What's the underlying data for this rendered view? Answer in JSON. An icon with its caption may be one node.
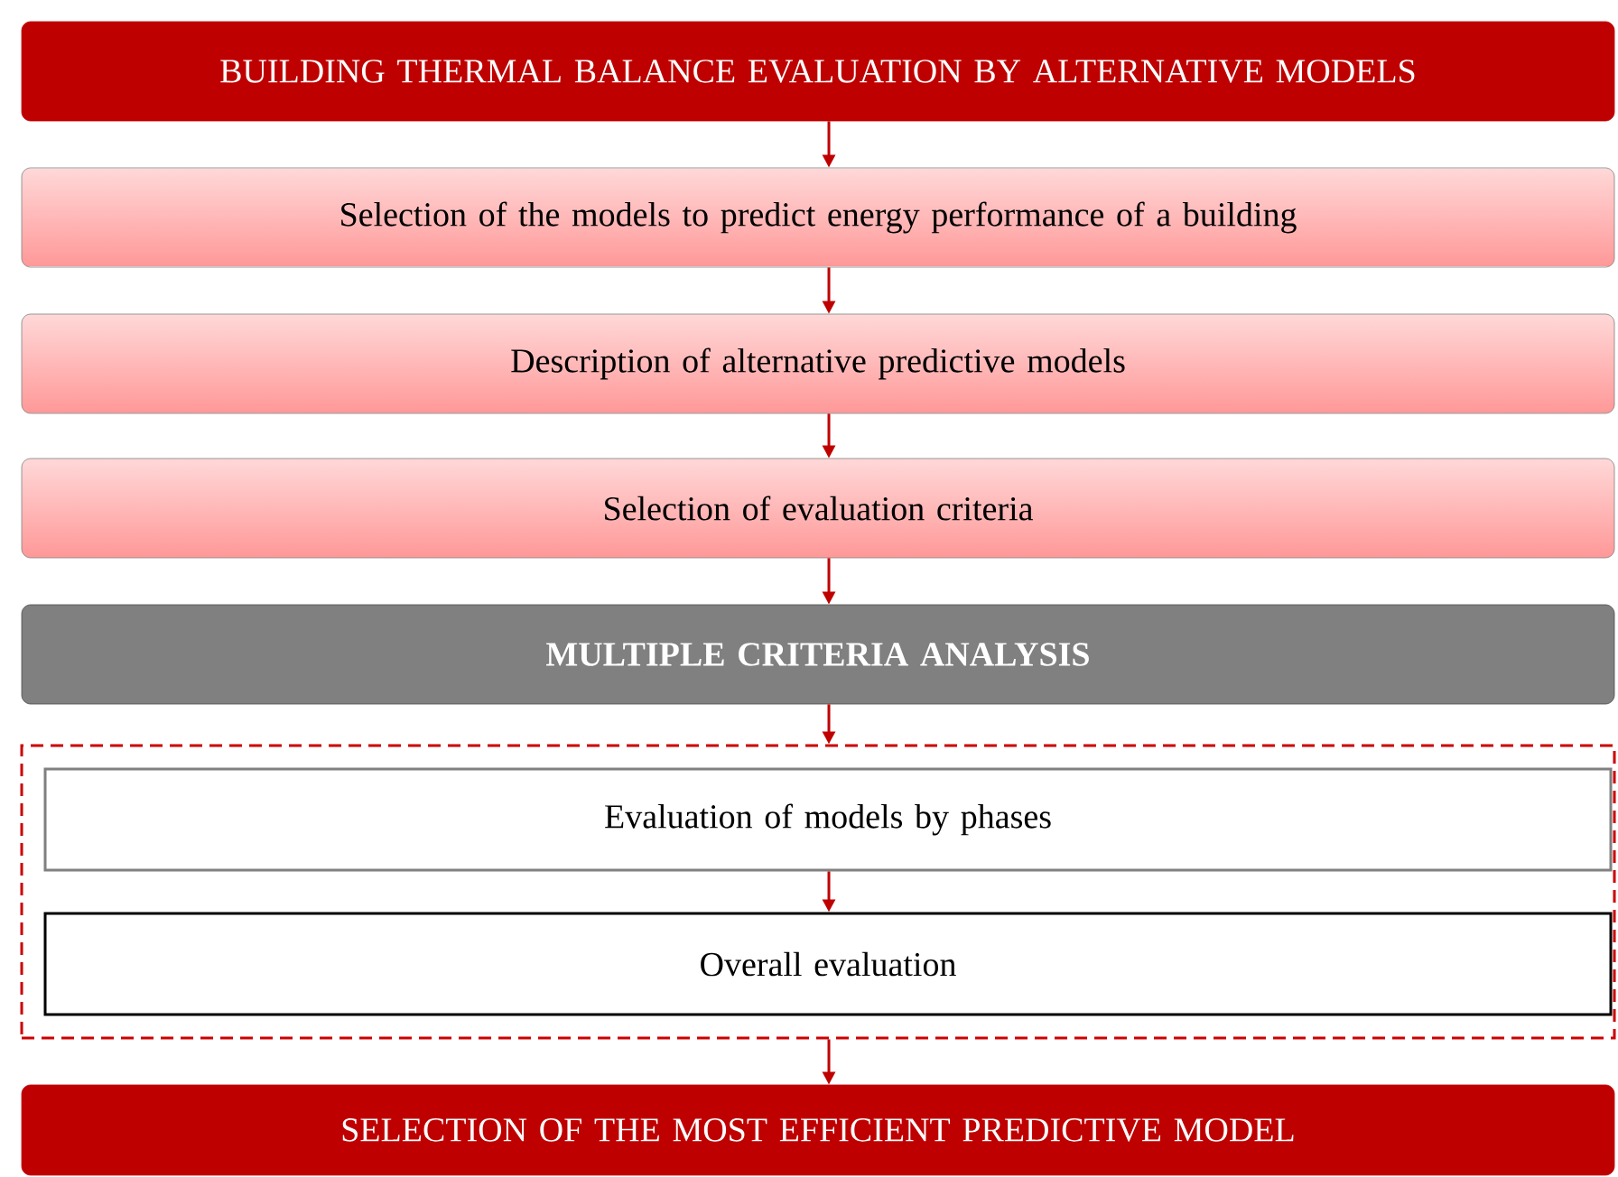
{
  "diagram": {
    "nodes": [
      {
        "text": [
          "BUILDING THERMAL BALANCE EVALUATION BY ALTERNATIVE MODELS"
        ]
      },
      {
        "text": [
          "Selection of the models to predict energy performance of a building"
        ]
      },
      {
        "text": [
          "Description of alternative predictive models"
        ]
      },
      {
        "text": [
          "Selection of evaluation criteria"
        ]
      },
      {
        "text": [
          "MULTIPLE CRITERIA ANALYSIS"
        ]
      },
      {
        "text": [],
        "shape": "box"
      },
      {
        "text": [
          "Evaluation of models by phases"
        ],
        "in": 5
      },
      {
        "text": [
          "Overall evaluation"
        ],
        "in": 5
      },
      {
        "text": [
          "SELECTION OF THE MOST EFFICIENT PREDICTIVE MODEL"
        ]
      }
    ],
    "edges": [
      {
        "from": 0,
        "to": 1,
        "arrow": "to"
      },
      {
        "from": 1,
        "to": 2,
        "arrow": "to"
      },
      {
        "from": 2,
        "to": 3,
        "arrow": "to"
      },
      {
        "from": 3,
        "to": 4,
        "arrow": "to"
      },
      {
        "from": 4,
        "to": 5,
        "arrow": "to"
      },
      {
        "from": 6,
        "to": 7,
        "arrow": "to"
      },
      {
        "from": 5,
        "to": 8,
        "arrow": "to"
      }
    ]
  }
}
